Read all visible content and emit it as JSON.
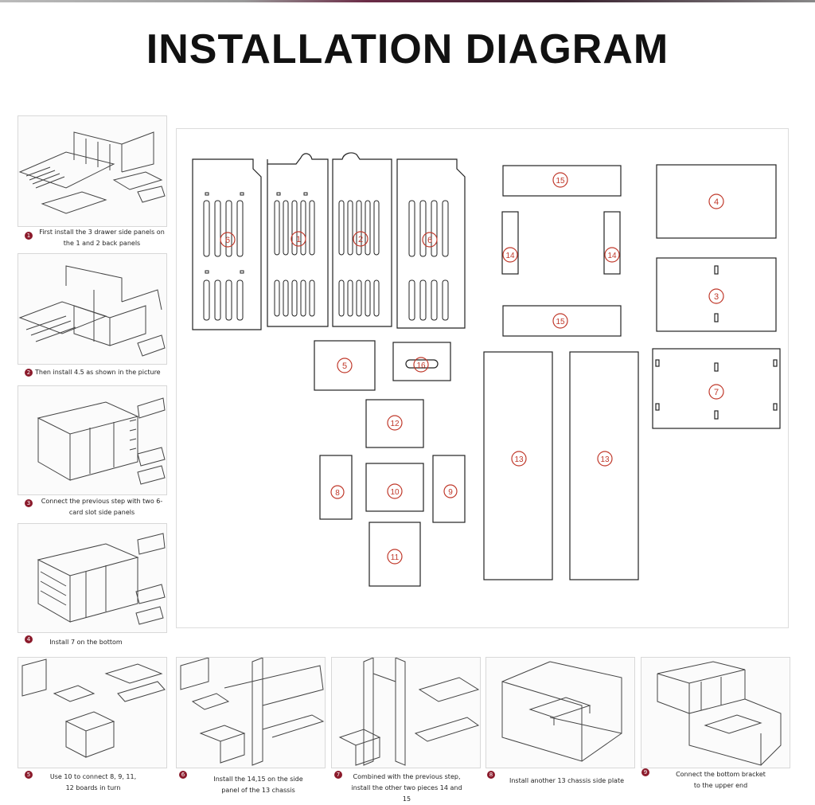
{
  "title": "INSTALLATION DIAGRAM",
  "colors": {
    "bullet": "#8b1a2b",
    "line": "#222222"
  },
  "steps": [
    {
      "num": "1",
      "text": "First install the 3 drawer side panels on the 1 and 2 back panels"
    },
    {
      "num": "2",
      "text": "Then install 4.5 as shown in the picture"
    },
    {
      "num": "3",
      "text": "Connect the previous step with two 6-card slot side panels"
    },
    {
      "num": "4",
      "text": "Install 7 on the bottom"
    },
    {
      "num": "5",
      "text": "Use 10 to connect 8, 9, 11, 12 boards in turn"
    },
    {
      "num": "6",
      "text": "Install the 14,15 on the side panel of the 13 chassis"
    },
    {
      "num": "7",
      "text": "Combined with the previous step, install the other two pieces 14 and 15"
    },
    {
      "num": "8",
      "text": "Install another 13 chassis side plate"
    },
    {
      "num": "9",
      "text": "Connect the bottom bracket to the upper end"
    }
  ],
  "parts": {
    "p6a": "6",
    "p1": "1",
    "p2": "2",
    "p6b": "6",
    "p15a": "15",
    "p14a": "14",
    "p14b": "14",
    "p15b": "15",
    "p4": "4",
    "p3": "3",
    "p7": "7",
    "p5": "5",
    "p16": "16",
    "p12": "12",
    "p8": "8",
    "p10": "10",
    "p9": "9",
    "p11": "11",
    "p13a": "13",
    "p13b": "13"
  }
}
